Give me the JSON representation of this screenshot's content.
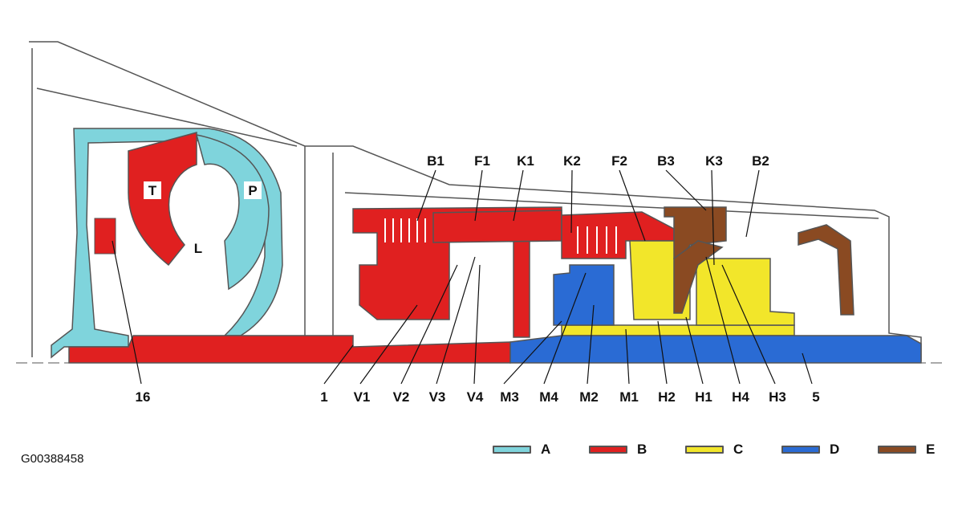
{
  "figure_id": "G00388458",
  "colors": {
    "A": "#7fd4dc",
    "B": "#e02020",
    "C": "#f2e62a",
    "D": "#2a6bd4",
    "E": "#8a4a22"
  },
  "inner_labels": {
    "t": "T",
    "p": "P",
    "l": "L"
  },
  "top_labels": [
    "B1",
    "F1",
    "K1",
    "K2",
    "F2",
    "B3",
    "K3",
    "B2"
  ],
  "bottom_labels": [
    "16",
    "1",
    "V1",
    "V2",
    "V3",
    "V4",
    "M3",
    "M4",
    "M2",
    "M1",
    "H2",
    "H1",
    "H4",
    "H3",
    "5"
  ],
  "legend": [
    {
      "key": "A",
      "label": "A"
    },
    {
      "key": "B",
      "label": "B"
    },
    {
      "key": "C",
      "label": "C"
    },
    {
      "key": "D",
      "label": "D"
    },
    {
      "key": "E",
      "label": "E"
    }
  ]
}
